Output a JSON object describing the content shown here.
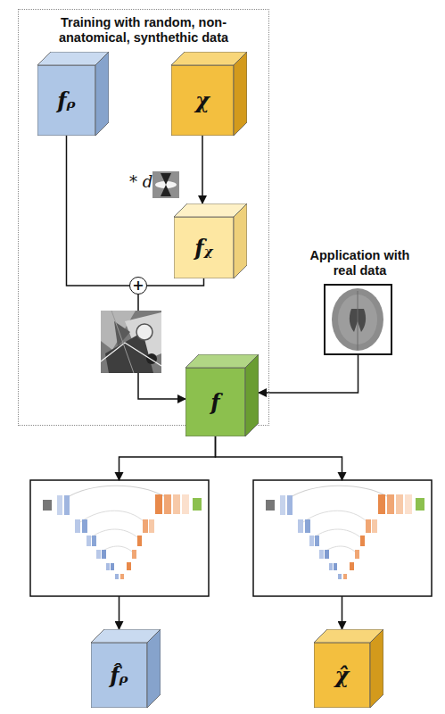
{
  "diagram": {
    "nodes": [
      {
        "text": [
          "Training with random, non-anatomical, synthethic data"
        ]
      },
      {
        "text": [
          "fᵨ"
        ],
        "in": 0
      },
      {
        "text": [
          "χ"
        ],
        "in": 0
      },
      {
        "text": [
          "fᵪ"
        ],
        "in": 0
      },
      {
        "text": [
          "+"
        ],
        "in": 0
      },
      {
        "text": [
          "Application with real data"
        ]
      },
      {
        "text": [
          "f"
        ]
      },
      {
        "text": [
          "f̂ᵨ"
        ]
      },
      {
        "text": [
          "χ̂"
        ]
      }
    ],
    "edges": [
      {
        "from": 2,
        "to": 3,
        "arrow": "to",
        "label": "* d"
      },
      {
        "from": 1,
        "to": 4,
        "arrow": "none"
      },
      {
        "from": 3,
        "to": 4,
        "arrow": "none"
      },
      {
        "from": 4,
        "to": 6,
        "arrow": "to"
      },
      {
        "from": 5,
        "to": 6,
        "arrow": "to"
      },
      {
        "from": 6,
        "to": 7,
        "arrow": "to"
      },
      {
        "from": 6,
        "to": 8,
        "arrow": "to"
      }
    ]
  }
}
